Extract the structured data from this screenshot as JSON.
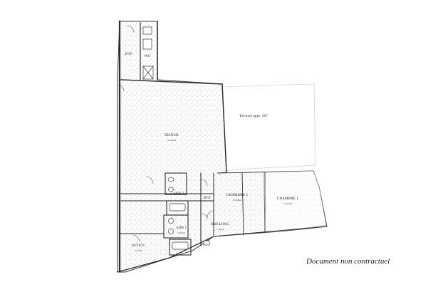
{
  "rooms": {
    "sejour": {
      "name": "SEJOUR",
      "area": "55,30m2"
    },
    "terrasse": {
      "name": "Terrasse appt. 307",
      "area": ""
    },
    "chambre2": {
      "name": "CHAMBRE 2",
      "area": "10,90m2"
    },
    "chambre1": {
      "name": "CHAMBRE 1",
      "area": "14,05m2"
    },
    "sdb2": {
      "name": "SDB 2",
      "area": ""
    },
    "sdb1": {
      "name": "SDB 1",
      "area": "6,20m2"
    },
    "dgt": {
      "name": "DGT",
      "area": ""
    },
    "dressing": {
      "name": "DRESSING",
      "area": "7,30m2"
    },
    "office": {
      "name": "OFFICE",
      "area": "6,50m2"
    },
    "entree": {
      "name": "ENT.",
      "area": ""
    },
    "wc": {
      "name": "WC",
      "area": ""
    }
  },
  "disclaimer": "Document non contractuel",
  "colors": {
    "stipple": "#6a6a6a",
    "wall": "#2b2b2b",
    "outline": "#b5b5b5",
    "text": "#1a1a1a"
  }
}
